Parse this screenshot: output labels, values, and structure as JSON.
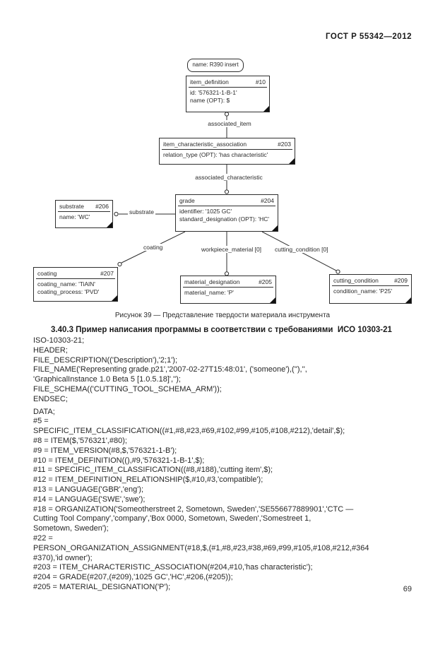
{
  "header": {
    "standard_ref": "ГОСТ Р 55342—2012"
  },
  "figure": {
    "caption": "Рисунок 39 — Представление твердости материала инструмента",
    "nodes": {
      "name_tag": {
        "label": "name: R390 insert"
      },
      "item_definition": {
        "title": "item_definition",
        "ref": "#10",
        "attrs": [
          "id: '576321-1-B-1'",
          "name (OPT): $"
        ]
      },
      "item_characteristic_association": {
        "title": "item_characteristic_association",
        "ref": "#203",
        "attrs": [
          "relation_type (OPT): 'has characteristic'"
        ]
      },
      "substrate": {
        "title": "substrate",
        "ref": "#206",
        "attrs": [
          "name: 'WC'"
        ]
      },
      "grade": {
        "title": "grade",
        "ref": "#204",
        "attrs": [
          "identifier: '1025 GC'",
          "standard_designation (OPT): 'HC'"
        ]
      },
      "coating": {
        "title": "coating",
        "ref": "#207",
        "attrs": [
          "coating_name: 'TiAlN'",
          "coating_process: 'PVD'"
        ]
      },
      "material_designation": {
        "title": "material_designation",
        "ref": "#205",
        "attrs": [
          "material_name: 'P'"
        ]
      },
      "cutting_condition": {
        "title": "cutting_condition",
        "ref": "#209",
        "attrs": [
          "condition_name: 'P25'"
        ]
      }
    },
    "edge_labels": {
      "associated_item": "associated_item",
      "associated_characteristic": "associated_characteristic",
      "substrate": "substrate",
      "coating": "coating",
      "workpiece_material": "workpiece_material [0]",
      "cutting_condition": "cutting_condition [0]"
    }
  },
  "section": {
    "heading": "3.40.3 Пример написания программы в соответствии с требованиями  ИСО 10303-21"
  },
  "code": {
    "header_lines": [
      "ISO-10303-21;",
      "HEADER;",
      "FILE_DESCRIPTION(('Description'),'2;1');",
      "FILE_NAME('Representing grade.p21','2007-02-27T15:48:01', ('someone'),(''),'',",
      "'GraphicalInstance 1.0 Beta 5 [1.0.5.18]','');",
      "FILE_SCHEMA(('CUTTING_TOOL_SCHEMA_ARM'));",
      "ENDSEC;"
    ],
    "data_lines": [
      "DATA;",
      "#5 =",
      "SPECIFIC_ITEM_CLASSIFICATION((#1,#8,#23,#69,#102,#99,#105,#108,#212),'detail',$);",
      "#8 = ITEM($,'576321',#80);",
      "#9 = ITEM_VERSION(#8,$,'576321-1-B');",
      "#10 = ITEM_DEFINITION((),#9,'576321-1-B-1',$);",
      "#11 = SPECIFIC_ITEM_CLASSIFICATION((#8,#188),'cutting item',$);",
      "#12 = ITEM_DEFINITION_RELATIONSHIP($,#10,#3,'compatible');",
      "#13 = LANGUAGE('GBR','eng');",
      "#14 = LANGUAGE('SWE','swe');",
      "#18 = ORGANIZATION('Someotherstreet 2, Sometown, Sweden','SE556677889901','CTC —",
      "Cutting Tool Company','company','Box 0000, Sometown, Sweden','Somestreet 1,",
      "Sometown, Sweden');",
      "#22 =",
      "PERSON_ORGANIZATION_ASSIGNMENT(#18,$,(#1,#8,#23,#38,#69,#99,#105,#108,#212,#364",
      "#370),'id owner');",
      "#203 = ITEM_CHARACTERISTIC_ASSOCIATION(#204,#10,'has characteristic');",
      "#204 = GRADE(#207,(#209),'1025 GC','HC',#206,(#205));",
      "#205 = MATERIAL_DESIGNATION('P');"
    ]
  },
  "footer": {
    "page_number": "69"
  }
}
